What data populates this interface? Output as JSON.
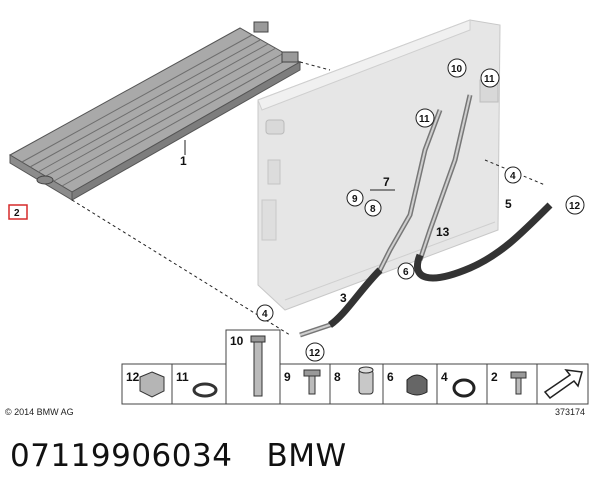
{
  "diagram": {
    "callouts": {
      "c1": "1",
      "c2": "2",
      "c3": "3",
      "c4a": "4",
      "c4b": "4",
      "c5": "5",
      "c6": "6",
      "c7": "7",
      "c8": "8",
      "c9": "9",
      "c10": "10",
      "c11a": "11",
      "c11b": "11",
      "c12a": "12",
      "c12b": "12",
      "c13": "13"
    },
    "parts_strip": [
      {
        "id": "p12",
        "label": "12"
      },
      {
        "id": "p11",
        "label": "11"
      },
      {
        "id": "p10",
        "label": "10"
      },
      {
        "id": "p9",
        "label": "9"
      },
      {
        "id": "p8",
        "label": "8"
      },
      {
        "id": "p6",
        "label": "6"
      },
      {
        "id": "p4",
        "label": "4"
      },
      {
        "id": "p2",
        "label": "2"
      }
    ],
    "copyright": "© 2014 BMW AG",
    "drawing_number": "373174"
  },
  "caption": {
    "part_number": "07119906034",
    "brand": "BMW"
  }
}
